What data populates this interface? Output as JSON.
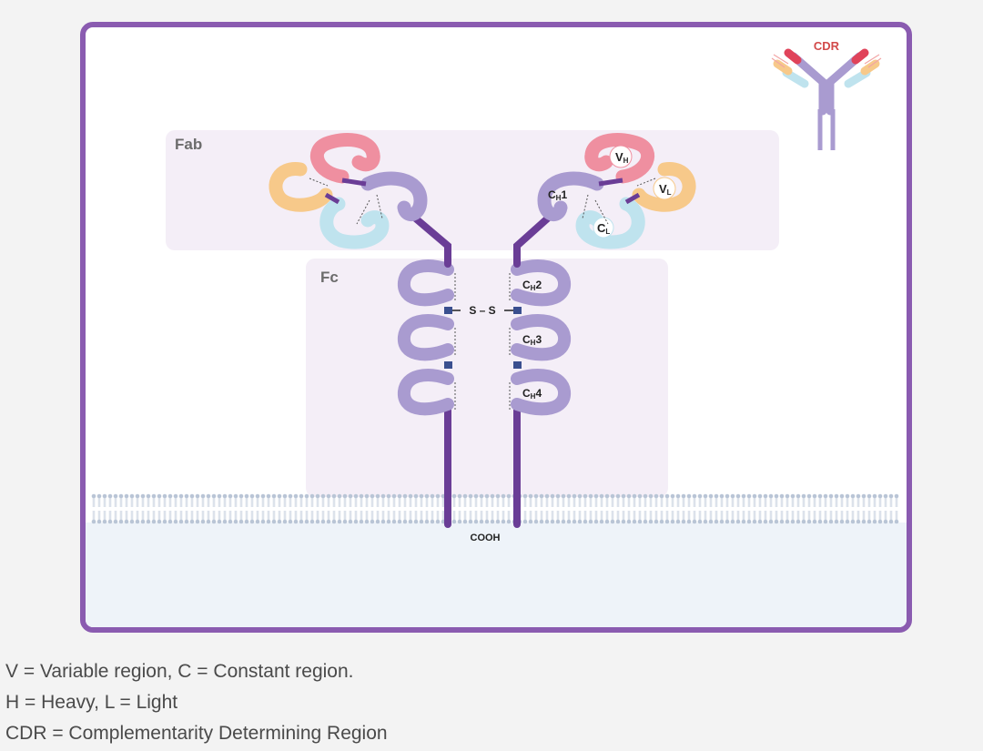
{
  "diagram": {
    "regions": {
      "fab_label": "Fab",
      "fc_label": "Fc"
    },
    "cdr_label": "CDR",
    "disulfide_label": "S – S",
    "domains": {
      "vh": {
        "main": "V",
        "sub": "H"
      },
      "vl": {
        "main": "V",
        "sub": "L"
      },
      "ch1": {
        "main": "C",
        "sub": "H",
        "suffix": "1"
      },
      "cl": {
        "main": "C",
        "sub": "L"
      },
      "ch2": {
        "main": "C",
        "sub": "H",
        "suffix": "2"
      },
      "ch3": {
        "main": "C",
        "sub": "H",
        "suffix": "3"
      },
      "ch4": {
        "main": "C",
        "sub": "H",
        "suffix": "4"
      }
    },
    "terminus_label": "COOH",
    "colors": {
      "frame": "#8a5bb0",
      "heavy_chain": "#a99bd0",
      "heavy_chain_stroke": "#8878bf",
      "heavy_tail": "#6a3d96",
      "vh": "#ef8fa0",
      "vl": "#f7c98a",
      "cl": "#bfe3ee",
      "cdr": "#e0435a"
    }
  },
  "legend": [
    "V = Variable region, C = Constant region.",
    "H = Heavy, L = Light",
    "CDR = Complementarity Determining Region"
  ]
}
